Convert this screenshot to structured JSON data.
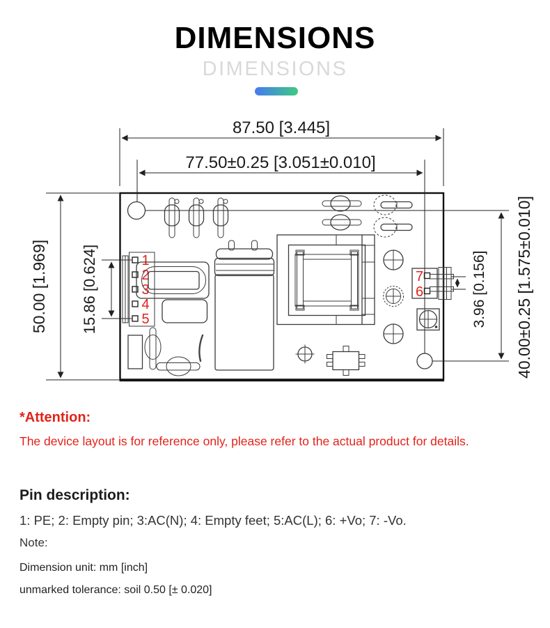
{
  "header": {
    "title": "DIMENSIONS",
    "subtitle": "DIMENSIONS"
  },
  "accent": {
    "gradient_start": "#4679f2",
    "gradient_end": "#3ecb81",
    "red": "#e2231a"
  },
  "diagram": {
    "dim_width_overall": "87.50 [3.445]",
    "dim_width_holes": "77.50±0.25 [3.051±0.010]",
    "dim_height_overall": "50.00 [1.969]",
    "dim_pin_span_left": "15.86 [0.624]",
    "dim_pin_pitch_right": "3.96 [0.156]",
    "dim_height_holes": "40.00±0.25 [1.575±0.010]",
    "pins_left": [
      "1",
      "2",
      "3",
      "4",
      "5"
    ],
    "pins_right": [
      "7",
      "6"
    ]
  },
  "attention": {
    "title": "*Attention:",
    "body": "The device layout is for reference only, please refer to the actual product for details."
  },
  "pin_description": {
    "title": "Pin description:",
    "body": "1: PE; 2: Empty pin; 3:AC(N); 4: Empty feet; 5:AC(L); 6: +Vo; 7: -Vo."
  },
  "notes": {
    "label": "Note:",
    "unit_line": "Dimension unit: mm [inch]",
    "tolerance_line": "unmarked tolerance: soil 0.50 [± 0.020]"
  }
}
